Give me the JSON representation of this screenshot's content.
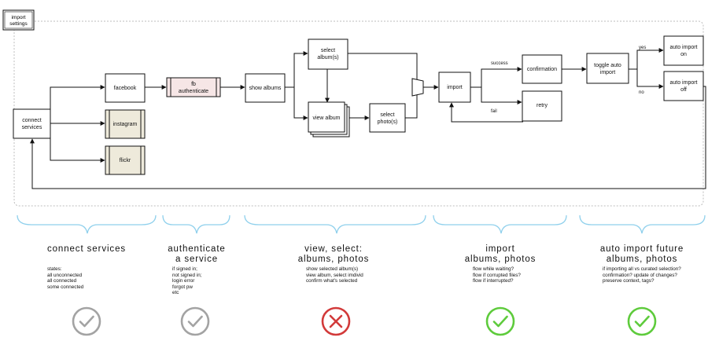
{
  "settings_tab": {
    "line1": "import",
    "line2": "settings"
  },
  "nodes": {
    "connect_services": [
      "connect",
      "services"
    ],
    "facebook": [
      "facebook"
    ],
    "instagram": [
      "instagram"
    ],
    "flickr": [
      "flickr"
    ],
    "fb_authenticate": [
      "fb",
      "authenticate"
    ],
    "show_albums": [
      "show albums"
    ],
    "select_albums": [
      "select",
      "album(s)"
    ],
    "view_album": [
      "view album"
    ],
    "select_photos": [
      "select",
      "photo(s)"
    ],
    "import": [
      "import"
    ],
    "confirmation": [
      "confirmation"
    ],
    "retry": [
      "retry"
    ],
    "toggle_auto_import": [
      "toggle auto",
      "import"
    ],
    "auto_import_on": [
      "auto import",
      "on"
    ],
    "auto_import_off": [
      "auto import",
      "off"
    ]
  },
  "edge_labels": {
    "success": "success",
    "fail": "fail",
    "yes": "yes",
    "no": "no"
  },
  "sections": [
    {
      "title": [
        "connect services"
      ],
      "notes": [
        "states:",
        "all unconnected",
        "all connected",
        "some connected"
      ],
      "status": "check",
      "color": "#a3a3a3"
    },
    {
      "title": [
        "authenticate",
        "a service"
      ],
      "notes": [
        "if signed in;",
        "not signed in;",
        "login error",
        "forgot pw",
        "etc"
      ],
      "status": "check",
      "color": "#a3a3a3"
    },
    {
      "title": [
        "view, select:",
        "albums, photos"
      ],
      "notes": [
        "show selected album(s)",
        "view album, select imdivid",
        "confirm what's selected"
      ],
      "status": "cross",
      "color": "#d23a3a"
    },
    {
      "title": [
        "import",
        "albums, photos"
      ],
      "notes": [
        "flow while waiting?",
        "flow if corrupted files?",
        "flow if interrupted?"
      ],
      "status": "check",
      "color": "#5ecb3c"
    },
    {
      "title": [
        "auto import future",
        "albums, photos"
      ],
      "notes": [
        "if importing all vs curated selection?",
        "confirmation? update of changes?",
        "preserve context, tags?"
      ],
      "status": "check",
      "color": "#5ecb3c"
    }
  ],
  "colors": {
    "brace": "#8fd0ec",
    "fb_fill": "#f6e6e6",
    "service_fill": "#eeeadb",
    "dashed_border": "#bdbdbd"
  }
}
